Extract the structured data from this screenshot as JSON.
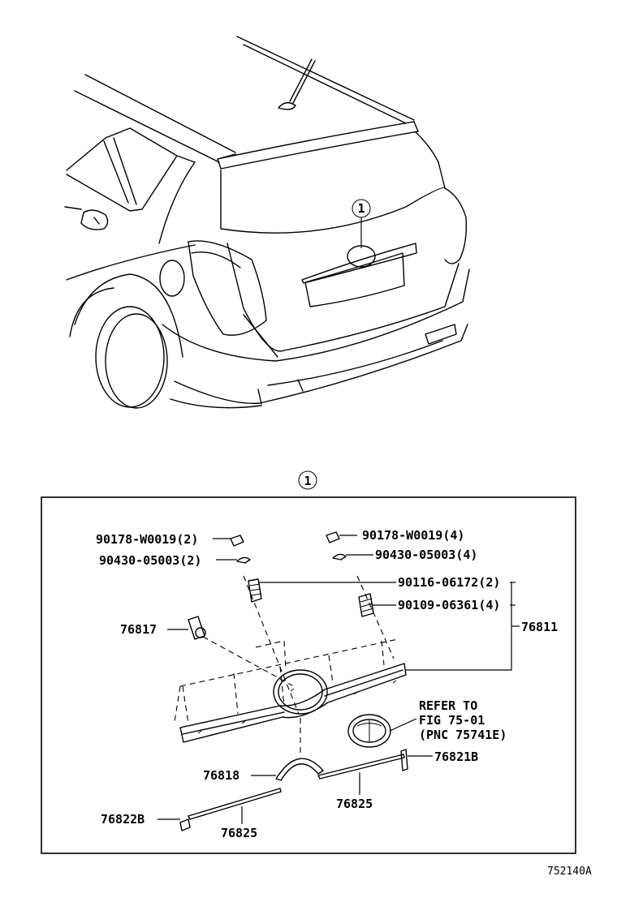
{
  "callouts": {
    "view": "1",
    "detail": "1"
  },
  "parts": [
    {
      "id": "p1",
      "label": "90178-W0019(2)"
    },
    {
      "id": "p2",
      "label": "90430-05003(2)"
    },
    {
      "id": "p3",
      "label": "90178-W0019(4)"
    },
    {
      "id": "p4",
      "label": "90430-05003(4)"
    },
    {
      "id": "p5",
      "label": "90116-06172(2)"
    },
    {
      "id": "p6",
      "label": "90109-06361(4)"
    },
    {
      "id": "p7",
      "label": "76811"
    },
    {
      "id": "p8",
      "label": "76817"
    },
    {
      "id": "p9",
      "label": "76818"
    },
    {
      "id": "p10",
      "label": "76821B"
    },
    {
      "id": "p11",
      "label": "76825"
    },
    {
      "id": "p12",
      "label": "76825"
    },
    {
      "id": "p13",
      "label": "76822B"
    }
  ],
  "refer_note": [
    "REFER TO",
    "FIG 75-01",
    "(PNC 75741E)"
  ],
  "figure_id": "752140A"
}
